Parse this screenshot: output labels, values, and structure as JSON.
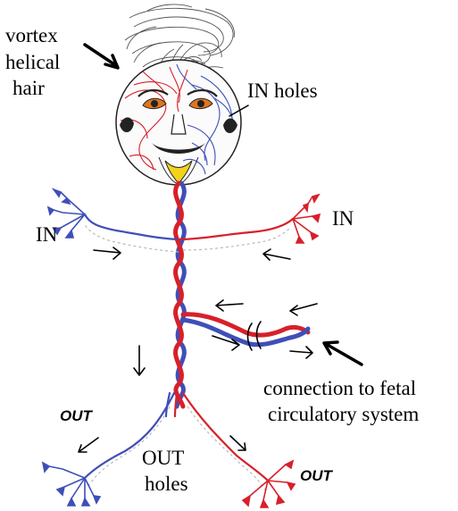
{
  "labels": {
    "vortex_line1": "vortex",
    "vortex_line2": "helical",
    "vortex_line3": "hair",
    "in_holes": "IN holes",
    "in_left": "IN",
    "in_right": "IN",
    "connection_line1": "connection to fetal",
    "connection_line2": "circulatory system",
    "out_left": "OUT",
    "out_right": "OUT",
    "out_holes_line1": "OUT",
    "out_holes_line2": "holes"
  },
  "colors": {
    "arterial": "#d8202a",
    "venous": "#3f4fb8",
    "face_yellow": "#f2d21a",
    "face_orange": "#e0751f"
  },
  "icons": [
    "vortex-hair-icon",
    "face-icon",
    "arrow-icon",
    "vessel-tip-icon"
  ]
}
